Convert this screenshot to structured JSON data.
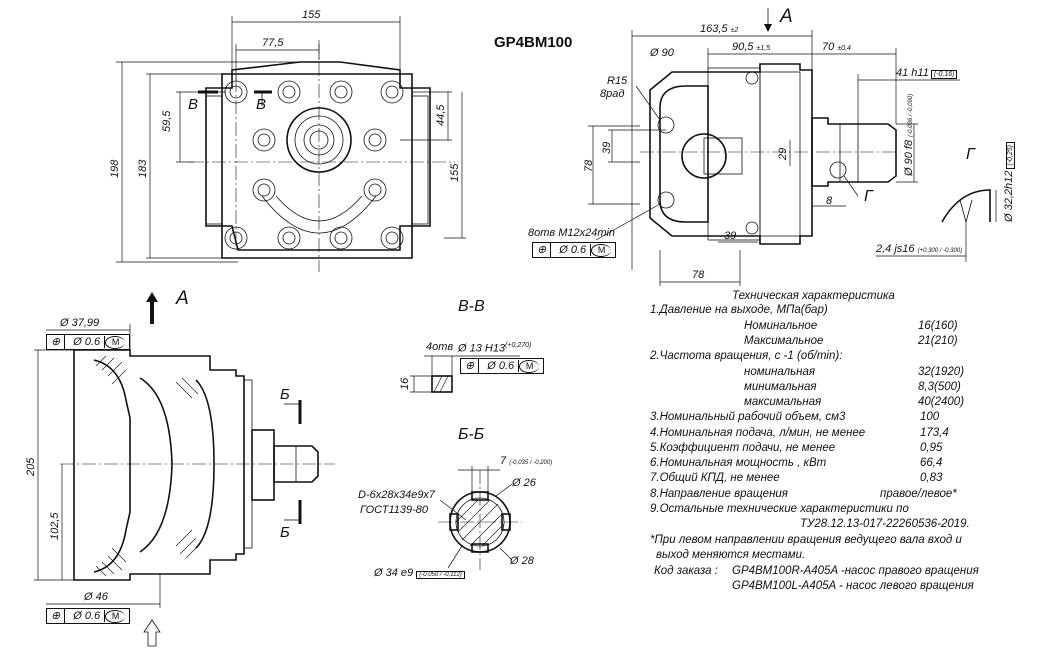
{
  "title": "GP4BM100",
  "views": {
    "front": {
      "d155": "155",
      "d77_5": "77,5",
      "d59_5": "59,5",
      "d198": "198",
      "d183": "183",
      "d44_5": "44,5",
      "d155v": "155",
      "sectB1": "В",
      "sectB2": "В"
    },
    "side": {
      "viewA": "А",
      "d163_5": "163,5",
      "d163_5_tol": "±2",
      "d90_5": "90,5",
      "d90_5_tol": "±1,5",
      "d70": "70",
      "d70_tol": "±0,4",
      "d41": "41 h11",
      "d41_tol": "(-0,16)",
      "d_phi90": "Ø 90",
      "r15": "R15",
      "rad8": "8рад",
      "d39": "39",
      "d78": "78",
      "d29": "29",
      "d90f8": "Ø 90 f8",
      "d90f8_tol": "(-0,036 / -0,090)",
      "d8": "8",
      "g1": "Г",
      "holes": "8отв M12x24min",
      "holes_frame_sym": "⊕",
      "holes_frame_val": "Ø 0.6",
      "holes_frame_mod": "M",
      "d39b": "39",
      "d78b": "78"
    },
    "detailG": {
      "label": "Г",
      "d32": "Ø 32,2h12",
      "d32_tol": "(-0,25)",
      "d2_4": "2,4 js16",
      "d2_4_tol": "(+0,300 / -0,300)"
    },
    "bottom": {
      "viewA": "А",
      "d37_99": "Ø 37,99",
      "fr1_val": "Ø 0.6",
      "fr1_mod": "M",
      "d205": "205",
      "d102_5": "102,5",
      "d46": "Ø 46",
      "fr2_val": "Ø 0.6",
      "fr2_mod": "M",
      "sectB1": "Б",
      "sectB2": "Б",
      "frame_sym": "⊕"
    },
    "sectionBB": {
      "title": "В-В",
      "holes": "4отв",
      "hole_dim": "Ø 13 H13",
      "hole_tol": "(+0,270)",
      "frame_sym": "⊕",
      "frame_val": "Ø 0.6",
      "frame_mod": "M",
      "d16": "16"
    },
    "sectionB2": {
      "title": "Б-Б",
      "d7": "7",
      "d7_tol": "(-0,035 / -0,200)",
      "d26": "Ø 26",
      "spline": "D-6x28x34e9x7",
      "gost": "ГОСТ1139-80",
      "d28": "Ø 28",
      "d34": "Ø 34 e9",
      "d34_tol": "(-0,050 / -0,112)"
    }
  },
  "specs": {
    "heading": "Техническая характеристика",
    "rows": [
      {
        "label": "1.Давление на  выходе, МПа(бар)",
        "value": ""
      },
      {
        "label": "Номинальное",
        "value": "16(160)",
        "indent": true
      },
      {
        "label": "Максимальное",
        "value": "21(210)",
        "indent": true
      },
      {
        "label": "2.Частота вращения, с -1 (об/min):",
        "value": ""
      },
      {
        "label": "номинальная",
        "value": "32(1920)",
        "indent": true
      },
      {
        "label": "минимальная",
        "value": "8,3(500)",
        "indent": true
      },
      {
        "label": "максимальная",
        "value": "40(2400)",
        "indent": true
      },
      {
        "label": "3.Номинальный рабочий объем, см3",
        "value": "100"
      },
      {
        "label": "4.Номинальная подача, л/мин, не менее",
        "value": "173,4"
      },
      {
        "label": "5.Коэффициент подачи, не менее",
        "value": "0,95"
      },
      {
        "label": "6.Номинальная мощность , кВт",
        "value": "66,4"
      },
      {
        "label": "7.Общий КПД, не менее",
        "value": "0,83"
      },
      {
        "label": "8.Направление вращения",
        "value": "правое/левое*"
      },
      {
        "label": "9.Остальные  технические характеристики по",
        "value": ""
      }
    ],
    "tu": "ТУ28.12.13-017-22260536-2019.",
    "note1": "*При левом направлении вращения ведущего вала вход и",
    "note2": "выход меняются местами.",
    "order_label": "Код заказа :",
    "order1": "GP4BM100R-A405A -насос правого вращения",
    "order2": "GP4BM100L-A405A - насос левого вращения"
  }
}
